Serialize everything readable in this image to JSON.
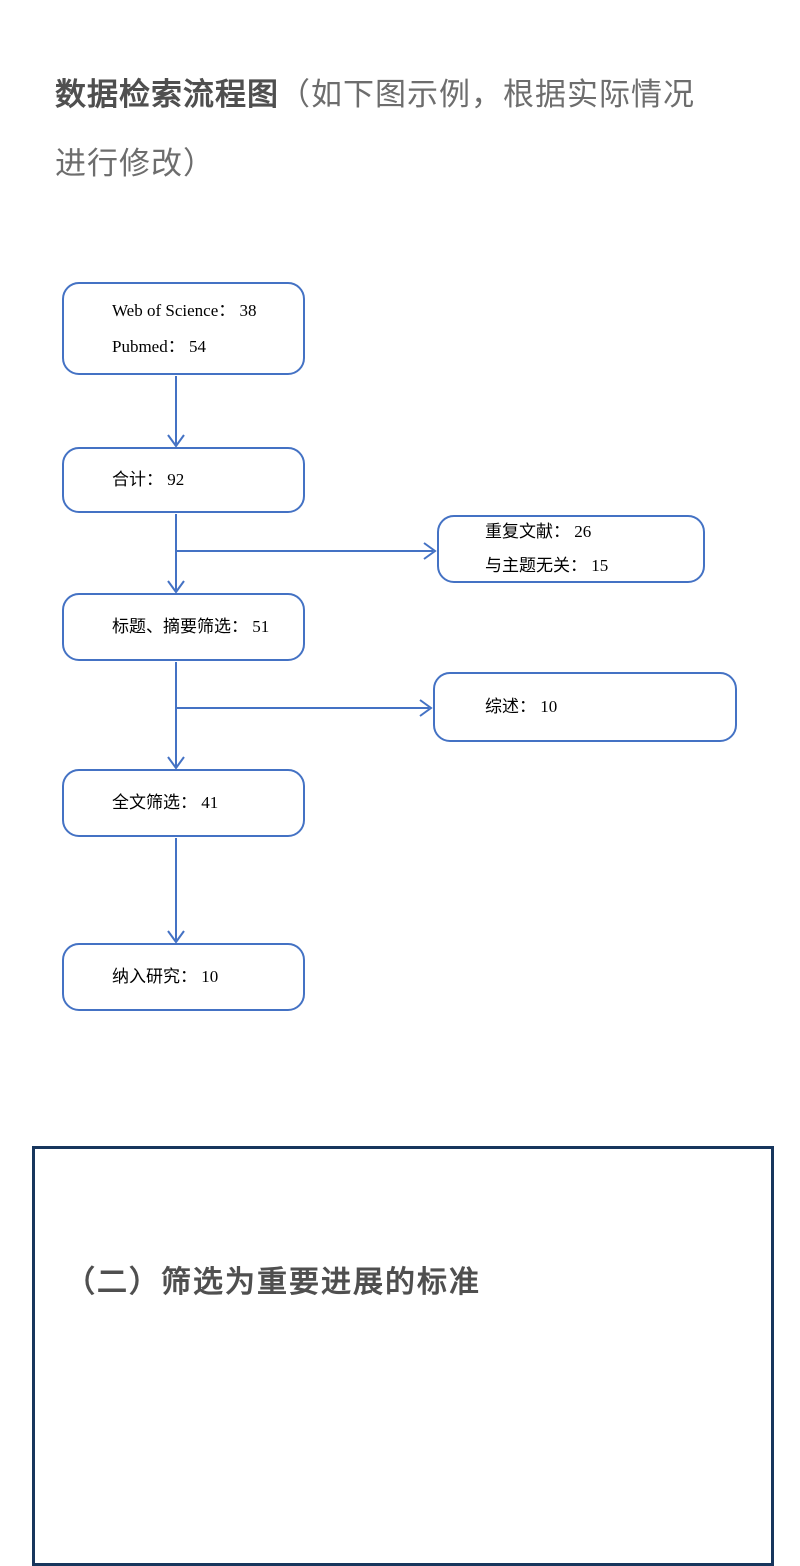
{
  "document": {
    "title": {
      "bold": "数据检索流程图",
      "rest_line1": "（如下图示例，根据实际情况",
      "rest_line2": "进行修改）"
    },
    "section_heading": "（二）筛选为重要进展的标准"
  },
  "flowchart": {
    "type": "flow-diagram",
    "nodes": [
      {
        "id": "sources",
        "lines": [
          "Web of Science： 38",
          "Pubmed： 54"
        ]
      },
      {
        "id": "total",
        "lines": [
          "合计： 92"
        ]
      },
      {
        "id": "excluded-duplicates",
        "lines": [
          "重复文献： 26",
          "与主题无关： 15"
        ]
      },
      {
        "id": "title-abstract-screening",
        "lines": [
          "标题、摘要筛选： 51"
        ]
      },
      {
        "id": "reviews-excluded",
        "lines": [
          "综述： 10"
        ]
      },
      {
        "id": "fulltext-screening",
        "lines": [
          "全文筛选： 41"
        ]
      },
      {
        "id": "included-studies",
        "lines": [
          "纳入研究： 10"
        ]
      }
    ],
    "edges": [
      "sources -> total",
      "total -> title-abstract-screening",
      "total -> excluded-duplicates (branch right)",
      "title-abstract-screening -> fulltext-screening",
      "title-abstract-screening -> reviews-excluded (branch right)",
      "fulltext-screening -> included-studies"
    ],
    "colors": {
      "box_border": "#4472C4",
      "arrow": "#4472C4",
      "box_text": "#000000",
      "section_border": "#17365D",
      "title_text": "#4f4f4f"
    }
  }
}
